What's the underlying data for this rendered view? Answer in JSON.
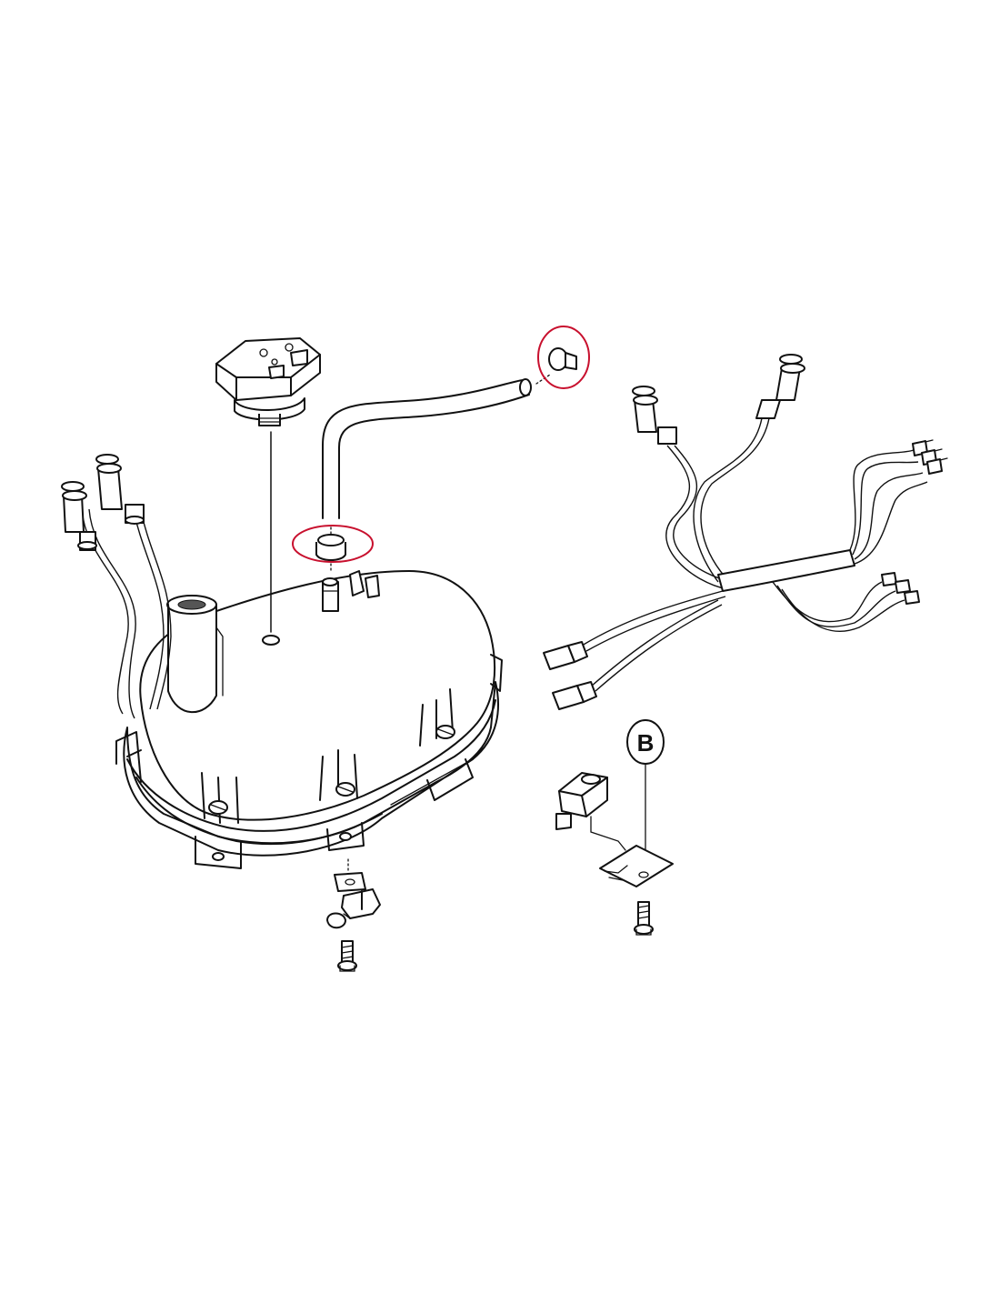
{
  "diagram": {
    "callout_label": "B",
    "colors": {
      "line": "#111111",
      "highlight": "#c8102e",
      "background": "#ffffff"
    },
    "highlighted_parts": [
      "hose-clamp-top",
      "hose-clamp-bottom"
    ]
  }
}
